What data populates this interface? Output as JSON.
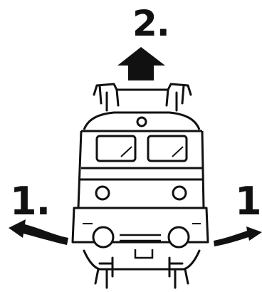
{
  "labels": {
    "lift_step": "2.",
    "left_step": "1.",
    "right_step": "1."
  },
  "colors": {
    "ink": "#111111",
    "paper": "#ffffff"
  },
  "icons": {
    "lift_arrow": "arrow-up-icon",
    "left_arrow": "curved-arrow-left-icon",
    "right_arrow": "curved-arrow-right-icon"
  }
}
